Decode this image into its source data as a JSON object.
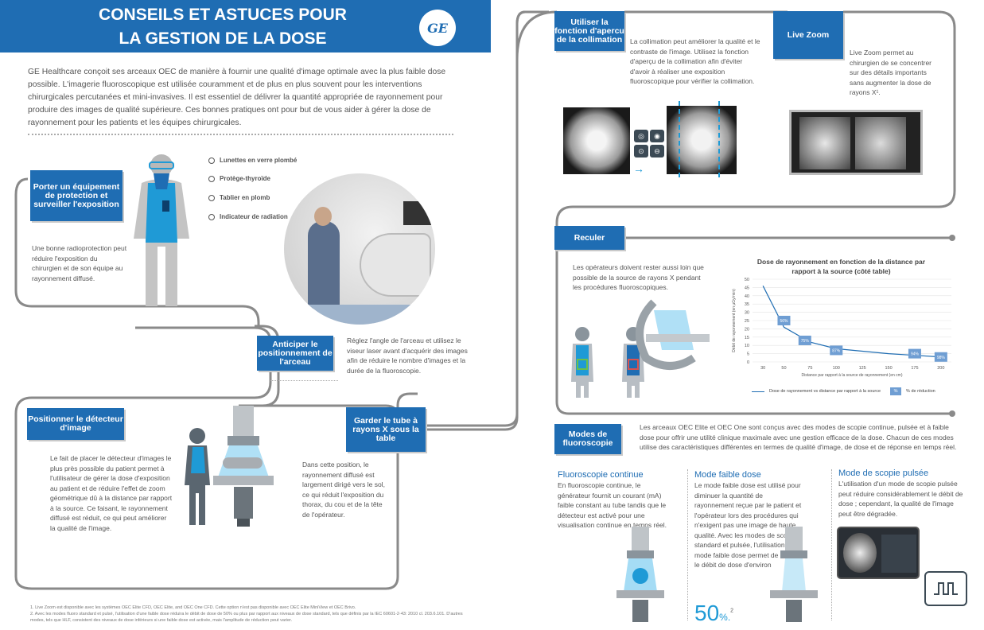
{
  "header": {
    "title_line1": "CONSEILS ET ASTUCES POUR",
    "title_line2": "LA GESTION DE LA DOSE",
    "logo_text": "GE"
  },
  "intro": "GE Healthcare conçoit ses arceaux OEC de manière à fournir une qualité d'image optimale avec la plus faible dose possible. L'imagerie fluoroscopique est utilisée couramment et de plus en plus souvent pour les interventions chirurgicales percutanées et mini-invasives. Il est essentiel de délivrer la quantité appropriée de rayonnement pour produire des images de qualité supérieure. Ces bonnes pratiques ont pour but de vous aider à gérer la dose de rayonnement pour les patients et les équipes chirurgicales.",
  "protection": {
    "badge": "Porter un équipement de protection et surveiller l'exposition",
    "text": "Une bonne radioprotection peut réduire l'exposition du chirurgien et de son équipe au rayonnement diffusé.",
    "labels": [
      "Lunettes en verre plombé",
      "Protège-thyroïde",
      "Tablier en plomb",
      "Indicateur de radiation"
    ]
  },
  "anticiper": {
    "badge": "Anticiper le positionnement de l'arceau",
    "text": "Réglez l'angle de l'arceau et utilisez le viseur laser avant d'acquérir des images afin de réduire le nombre d'images et la durée de la fluoroscopie."
  },
  "detecteur": {
    "badge": "Positionner le détecteur d'image",
    "text": "Le fait de placer le détecteur d'images le plus près possible du patient permet à l'utilisateur de gérer la dose d'exposition au patient et de réduire l'effet de zoom géométrique dû à la distance par rapport à la source. Ce faisant, le rayonnement diffusé est réduit, ce qui peut améliorer la qualité de l'image."
  },
  "garder": {
    "badge": "Garder le tube à rayons X sous la table",
    "text": "Dans cette position, le rayonnement diffusé est largement dirigé vers le sol, ce qui réduit l'exposition du thorax, du cou et de la tête de l'opérateur."
  },
  "collimation": {
    "badge": "Utiliser la fonction d'apercu de la collimation",
    "text": "La collimation peut améliorer la qualité et le contraste de l'image. Utilisez la fonction d'aperçu de la collimation afin d'éviter d'avoir à réaliser une exposition fluoroscopique pour vérifier la collimation."
  },
  "livezoom": {
    "badge": "Live Zoom",
    "text": "Live Zoom permet au chirurgien de se concentrer sur des détails importants sans augmenter la dose de rayons X¹."
  },
  "reculer": {
    "badge": "Reculer",
    "text": "Les opérateurs doivent rester aussi loin que possible de la source de rayons X pendant les procédures fluoroscopiques."
  },
  "modes": {
    "badge": "Modes de fluoroscopie",
    "text": "Les arceaux OEC Elite et OEC One sont conçus avec des modes de scopie continue, pulsée et à faible dose pour offrir une utilité clinique maximale avec une gestion efficace de la dose. Chacun de ces modes utilise des caractéristiques différentes en termes de qualité d'image, de dose et de réponse en temps réel.",
    "continue_title": "Fluoroscopie continue",
    "continue_text": "En fluoroscopie continue, le générateur fournit un courant (mA) faible constant au tube tandis que le détecteur est activé pour une visualisation continue en temps réel.",
    "faible_title": "Mode faible dose",
    "faible_text": "Le mode faible dose est utilisé pour diminuer la quantité de rayonnement reçue par le patient et l'opérateur lors des procédures qui n'exigent pas une image de haute qualité. Avec les modes de scopie standard et pulsée, l'utilisation du mode faible dose permet de réduire le débit de dose d'environ",
    "faible_big": "50",
    "faible_pct": "%.",
    "faible_sup": "2",
    "pulse_title": "Mode de scopie pulsée",
    "pulse_text": "L'utilisation d'un mode de scopie pulsée peut réduire considérablement le débit de dose ; cependant, la qualité de l'image peut être dégradée."
  },
  "footnotes": [
    "1. Live Zoom est disponible avec les systèmes OEC Elite CFD, OEC Elite, and OEC One CFD. Cette option n'est pas disponible avec OEC Elite MiniView et OEC Brivo.",
    "2. Avec les modes fluoro standard et pulsé, l'utilisation d'une faible dose réduira le débit de dose de 50% ou plus par rapport aux niveaux de dose standard, tels que définis par la IEC 60601-2-43: 2010 cl. 203.6.101. D'autres modes, tels que HLF, consistent des niveaux de dose inférieurs si une faible dose est activée, mais l'amplitude de réduction peut varier."
  ],
  "chart_data": {
    "type": "line",
    "title": "Dose de rayonnement en fonction de la distance par rapport à la source (côté table)",
    "xlabel": "Distance par rapport à la source de rayonnement (en cm)",
    "ylabel": "Débit de rayonnement (en µGy/min)",
    "x_ticks": [
      30,
      50,
      75,
      100,
      125,
      150,
      175,
      200
    ],
    "y_ticks": [
      0,
      5,
      10,
      15,
      20,
      25,
      30,
      35,
      40,
      45,
      50
    ],
    "xlim": [
      20,
      210
    ],
    "ylim": [
      0,
      50
    ],
    "series": [
      {
        "name": "Dose de rayonnement vs distance par rapport à la source",
        "x": [
          30,
          50,
          75,
          100,
          150,
          175,
          200
        ],
        "y": [
          46,
          21,
          12,
          8,
          5,
          4,
          3
        ]
      }
    ],
    "annotations": [
      {
        "x": 50,
        "y": 25,
        "label": "56%"
      },
      {
        "x": 70,
        "y": 13,
        "label": "75%"
      },
      {
        "x": 100,
        "y": 7,
        "label": "87%"
      },
      {
        "x": 175,
        "y": 5,
        "label": "94%"
      },
      {
        "x": 200,
        "y": 3,
        "label": "98%"
      }
    ],
    "legend": [
      "Dose de rayonnement vs distance par rapport à la source",
      "% de réduction"
    ],
    "legend_pct_symbol": "%",
    "grid": true,
    "legend_position": "bottom"
  }
}
